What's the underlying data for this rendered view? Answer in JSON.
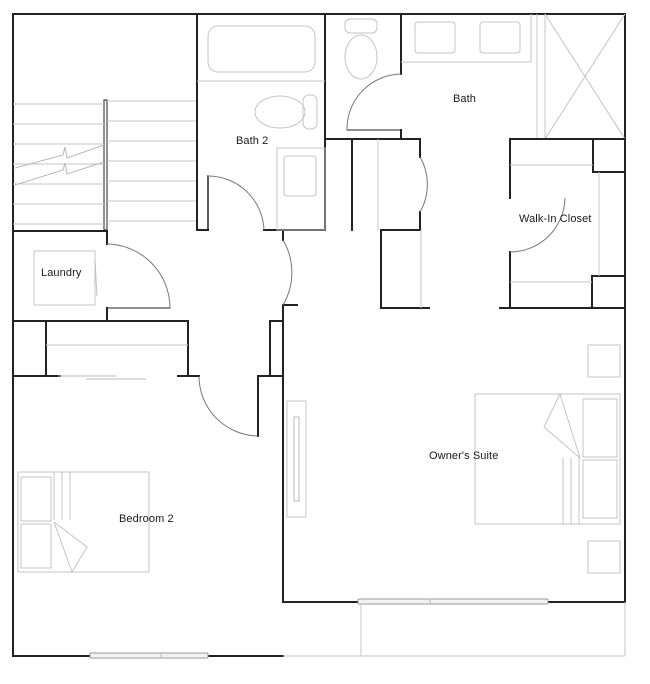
{
  "floor_plan": {
    "title": "",
    "rooms": [
      {
        "id": "bath-2",
        "label": "Bath 2"
      },
      {
        "id": "bath",
        "label": "Bath"
      },
      {
        "id": "walk-in-closet",
        "label": "Walk-In Closet"
      },
      {
        "id": "laundry",
        "label": "Laundry"
      },
      {
        "id": "owners-suite",
        "label": "Owner's Suite"
      },
      {
        "id": "bedroom-2",
        "label": "Bedroom 2"
      }
    ],
    "colors": {
      "wall": "#222222",
      "fixture": "#c4c4c4",
      "door_swing": "#777777",
      "background": "#ffffff",
      "label": "#1a1a1a"
    }
  }
}
